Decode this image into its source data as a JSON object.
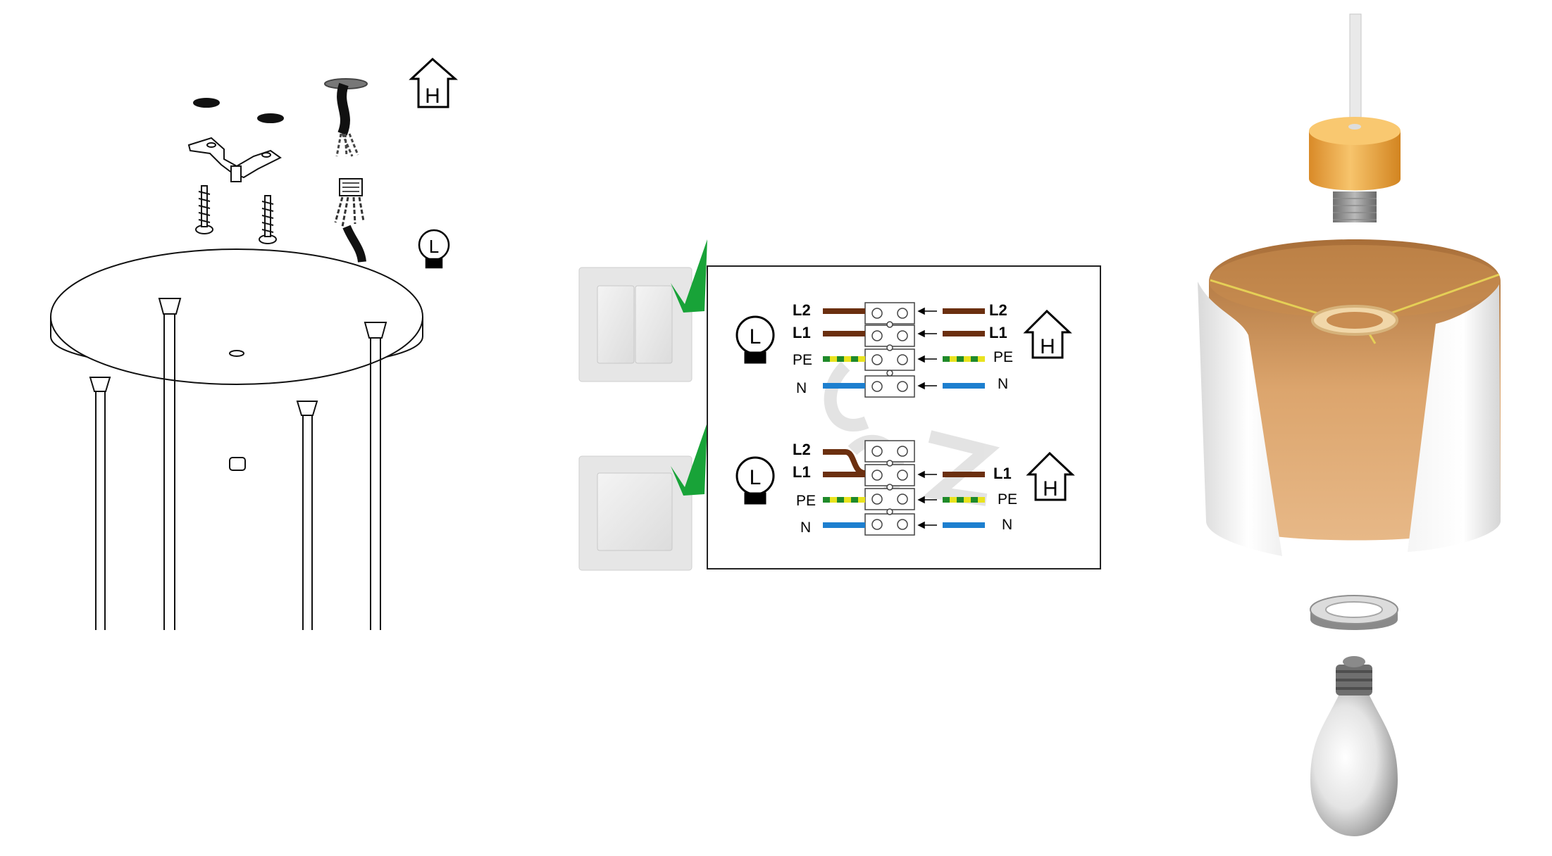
{
  "symbols": {
    "house_letter": "H",
    "lamp_letter": "L"
  },
  "wiring_top": {
    "left_labels": [
      "L2",
      "L1",
      "PE",
      "N"
    ],
    "right_labels": [
      "L2",
      "L1",
      "PE",
      "N"
    ]
  },
  "wiring_bottom": {
    "left_labels": [
      "L2",
      "L1",
      "PE",
      "N"
    ],
    "right_labels": [
      "L1",
      "PE",
      "N"
    ]
  },
  "colors": {
    "brown": "#6b2f0f",
    "earth_yellow": "#e9e31f",
    "earth_green": "#1f8a2a",
    "neutral_blue": "#1d7fcf",
    "check_green": "#18a338",
    "canopy_yellow": "#f2b04e",
    "shade_inner": "#c58a4f"
  }
}
